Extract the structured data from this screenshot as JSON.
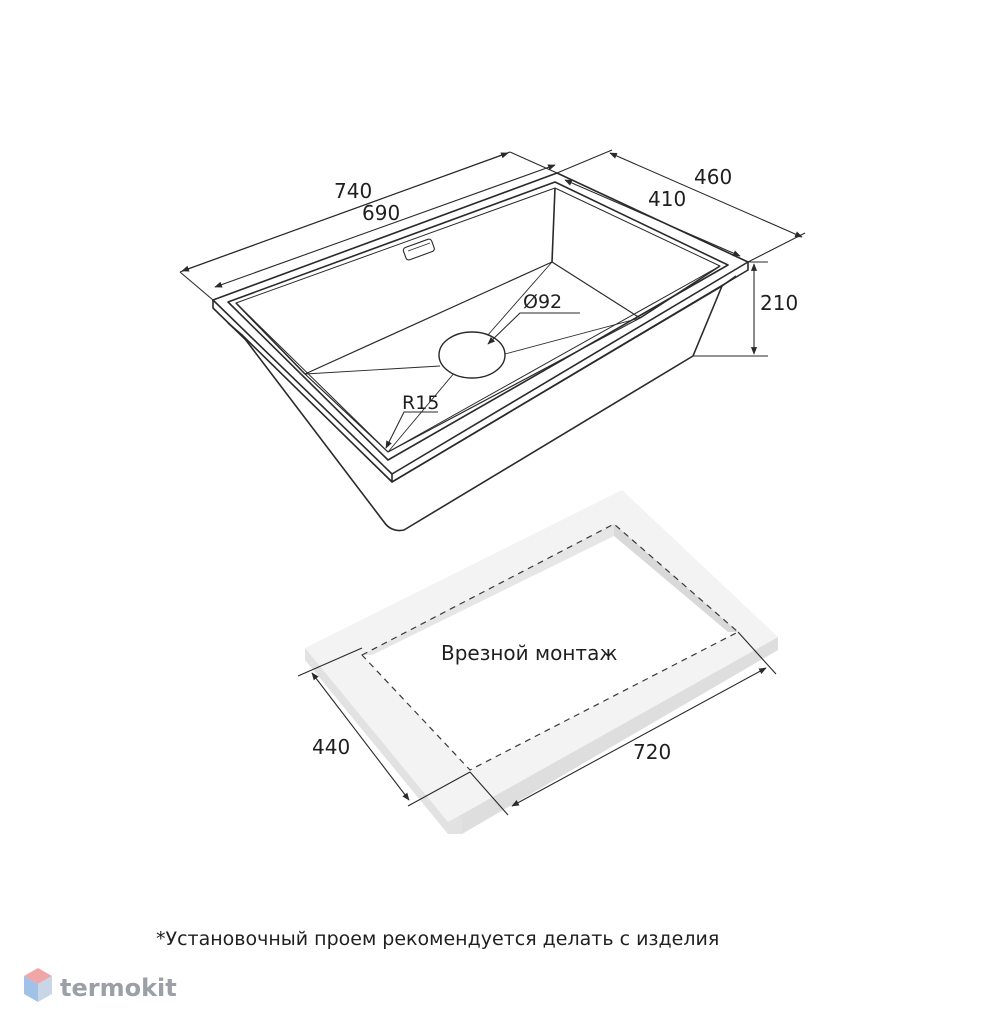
{
  "sink_dimensions": {
    "overall_length": "740",
    "inner_length": "690",
    "overall_width": "460",
    "inner_width": "410",
    "depth": "210",
    "drain_diameter": "Ø92",
    "corner_radius": "R15"
  },
  "cutout": {
    "label": "Врезной монтаж",
    "width": "440",
    "length": "720"
  },
  "footnote": "*Установочный проем рекомендуется делать с изделия",
  "logo": {
    "text": "termokit",
    "color": "#9aa0a6"
  },
  "colors": {
    "line": "#2a2a2a",
    "counter_top": "#f4f4f4",
    "counter_side": "#dcdcdc"
  }
}
